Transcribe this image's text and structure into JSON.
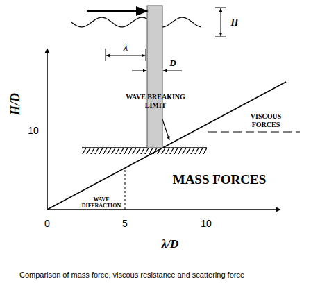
{
  "diagram": {
    "caption": "Comparison of mass force, viscous resistance and scattering force",
    "labels": [
      "H/D",
      "10",
      "0",
      "5",
      "10",
      "λ/D",
      "WAVE BREAKING LIMIT",
      "VISCOUS FORCES",
      "MASS FORCES",
      "WAVE DIFFRACTION",
      "λ",
      "D",
      "H"
    ]
  }
}
